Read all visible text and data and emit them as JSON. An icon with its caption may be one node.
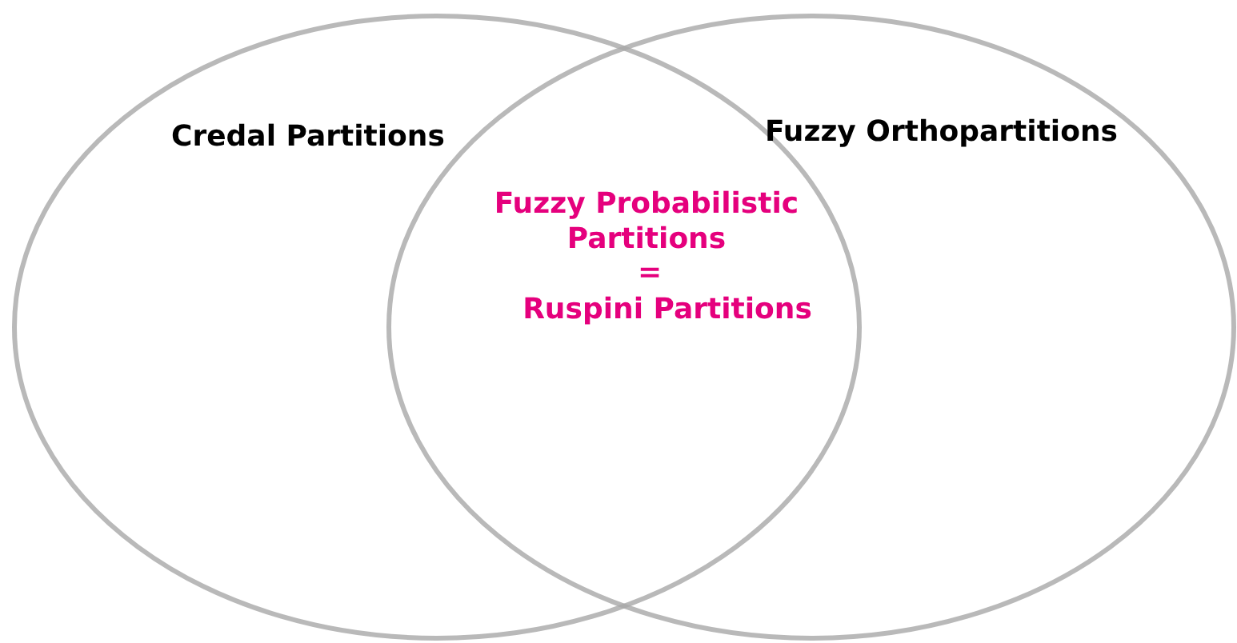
{
  "diagram": {
    "nodes": [
      {
        "text": [
          "Credal Partitions"
        ]
      },
      {
        "text": [
          "Fuzzy Orthopartitions"
        ]
      }
    ],
    "labels": [
      "Fuzzy Probabilistic Partitions",
      "=",
      "Ruspini Partitions"
    ]
  }
}
